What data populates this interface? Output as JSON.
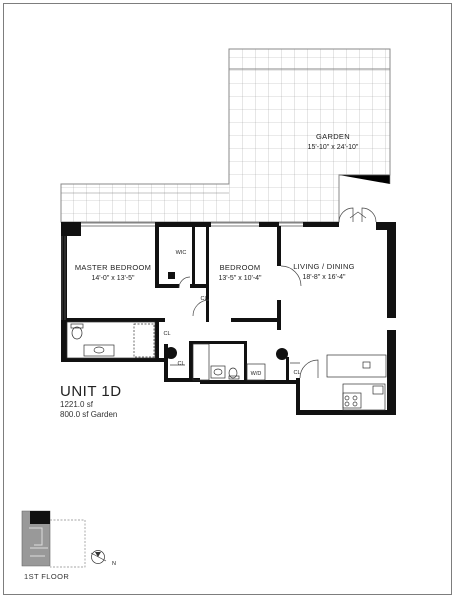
{
  "unit": {
    "title": "UNIT 1D",
    "area": "1221.0 sf",
    "garden_area": "800.0 sf Garden"
  },
  "rooms": {
    "garden": {
      "name": "GARDEN",
      "dims": "15'-10\" x 24'-10\""
    },
    "master_bedroom": {
      "name": "MASTER BEDROOM",
      "dims": "14'-0\" x 13'-5\""
    },
    "bedroom": {
      "name": "BEDROOM",
      "dims": "13'-5\" x 10'-4\""
    },
    "living_dining": {
      "name": "LIVING / DINING",
      "dims": "18'-8\" x 16'-4\""
    }
  },
  "small_labels": {
    "wic": "WIC",
    "cl_bedroom": "CL",
    "cl_master": "CL",
    "cl_hall": "CL",
    "cl_entry": "CL",
    "wd": "W/D"
  },
  "key_plan": {
    "floor_label": "1ST FLOOR",
    "north": "N"
  }
}
